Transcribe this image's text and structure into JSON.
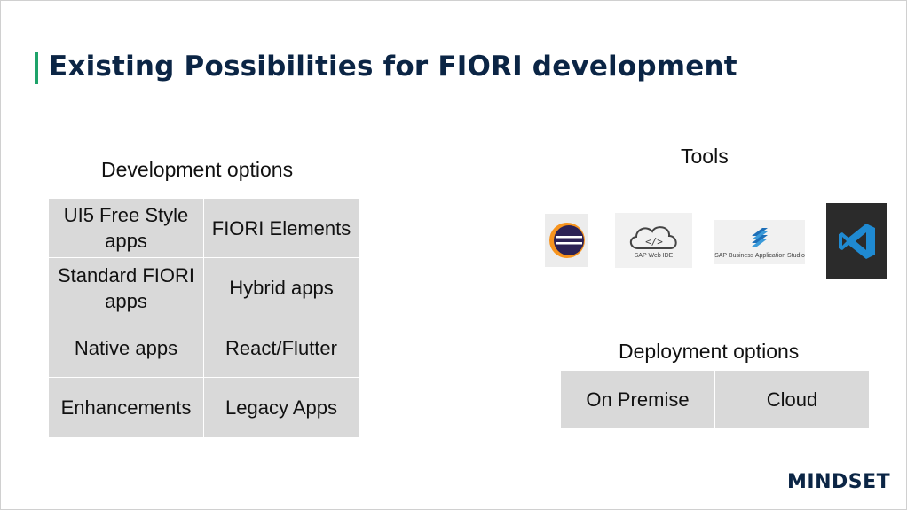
{
  "slide": {
    "title": "Existing Possibilities for FIORI development",
    "accent_color": "#1ea36a",
    "title_color": "#0b2545"
  },
  "development": {
    "heading": "Development options",
    "options": [
      "UI5 Free Style apps",
      "FIORI Elements",
      "Standard FIORI apps",
      "Hybrid apps",
      "Native apps",
      "React/Flutter",
      "Enhancements",
      "Legacy Apps"
    ]
  },
  "tools": {
    "heading": "Tools",
    "items": [
      {
        "icon": "eclipse-icon",
        "caption": ""
      },
      {
        "icon": "sap-web-ide-icon",
        "caption": "SAP Web IDE"
      },
      {
        "icon": "sap-business-application-studio-icon",
        "caption": "SAP Business Application Studio"
      },
      {
        "icon": "vscode-icon",
        "caption": ""
      }
    ]
  },
  "deployment": {
    "heading": "Deployment options",
    "options": [
      "On Premise",
      "Cloud"
    ]
  },
  "brand": {
    "logo_text": "MINDSET"
  }
}
